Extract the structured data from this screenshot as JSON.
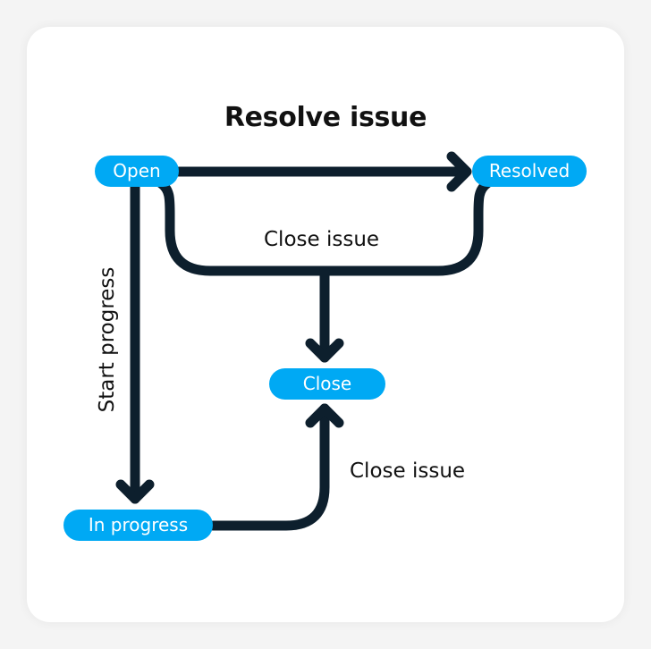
{
  "colors": {
    "node_fill": "#00a9f4",
    "node_text": "#ffffff",
    "edge": "#0d1f2d",
    "card": "#ffffff",
    "background": "#f4f4f4"
  },
  "nodes": {
    "open": "Open",
    "resolved": "Resolved",
    "close": "Close",
    "in_progress": "In progress"
  },
  "edges": {
    "resolve_issue": "Resolve issue",
    "close_issue_top": "Close issue",
    "start_progress": "Start progress",
    "close_issue_bottom": "Close issue"
  }
}
